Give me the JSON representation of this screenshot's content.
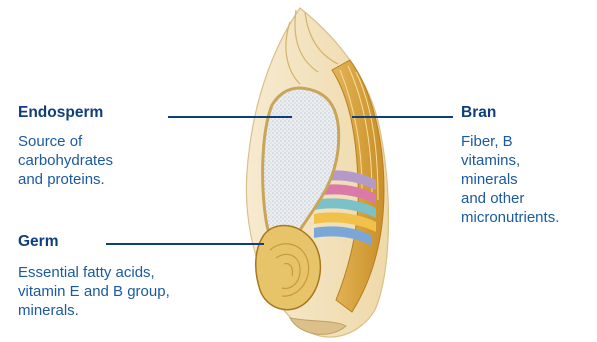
{
  "labels": {
    "endosperm": {
      "title": "Endosperm",
      "lines": [
        "Source of",
        "carbohydrates",
        "and proteins."
      ]
    },
    "germ": {
      "title": "Germ",
      "lines": [
        "Essential fatty acids,",
        "vitamin E and B group,",
        "minerals."
      ]
    },
    "bran": {
      "title": "Bran",
      "lines": [
        "Fiber, B",
        "vitamins,",
        "minerals",
        "and other",
        "micronutrients."
      ]
    }
  },
  "colors": {
    "title": "#0f3f7a",
    "text": "#1a5aa0",
    "husk": "#f3e3be",
    "bran_gold": "#d9a441",
    "endosperm": "#e9ecef",
    "germ": "#e7c36a",
    "layer_colors": [
      "#b49ac9",
      "#d97aa8",
      "#7cc0c8",
      "#f0c24c",
      "#7aa7d8"
    ]
  }
}
